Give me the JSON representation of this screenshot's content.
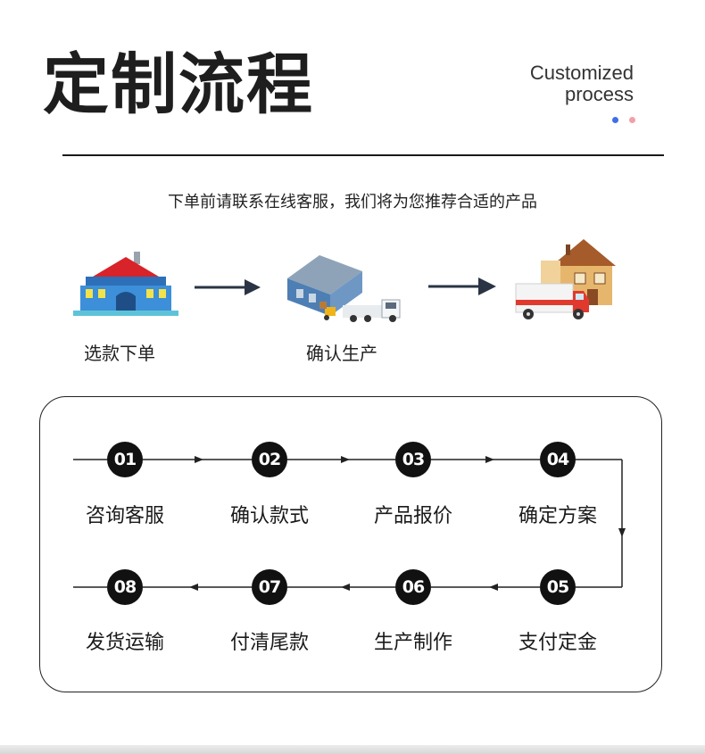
{
  "header": {
    "title": "定制流程",
    "subtitle_line1": "Customized",
    "subtitle_line2": "process",
    "colors": {
      "dot_blue": "#3f6ee8",
      "dot_pink": "#f2a0a8"
    }
  },
  "intro": "下单前请联系在线客服，我们将为您推荐合适的产品",
  "overview": {
    "illustrations": [
      "shop-building-icon",
      "factory-truck-icon",
      "delivery-van-house-icon"
    ],
    "labels": [
      "选款下单",
      "确认生产"
    ]
  },
  "process": {
    "steps": [
      {
        "number": "01",
        "label": "咨询客服"
      },
      {
        "number": "02",
        "label": "确认款式"
      },
      {
        "number": "03",
        "label": "产品报价"
      },
      {
        "number": "04",
        "label": "确定方案"
      },
      {
        "number": "05",
        "label": "支付定金"
      },
      {
        "number": "06",
        "label": "生产制作"
      },
      {
        "number": "07",
        "label": "付清尾款"
      },
      {
        "number": "08",
        "label": "发货运输"
      }
    ]
  }
}
